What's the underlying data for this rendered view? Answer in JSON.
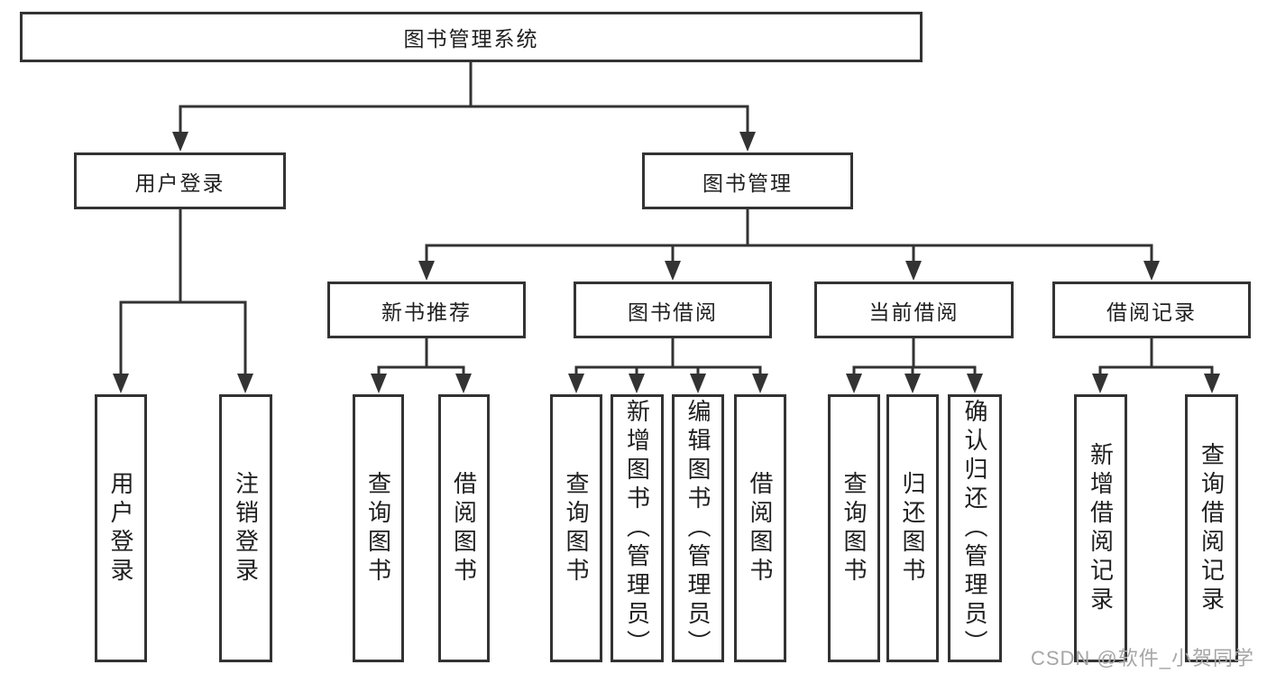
{
  "colors": {
    "line": "#333333",
    "text": "#1f1f1f",
    "box_background": "#ffffff",
    "watermark": "#a6a6a6"
  },
  "watermark": "CSDN @软件_小贺同学",
  "tree": {
    "root": {
      "label": "图书管理系统"
    },
    "login": {
      "label": "用户登录",
      "children": [
        {
          "label": "用户登录"
        },
        {
          "label": "注销登录"
        }
      ]
    },
    "management": {
      "label": "图书管理",
      "groups": [
        {
          "label": "新书推荐",
          "children": [
            {
              "label": "查询图书"
            },
            {
              "label": "借阅图书"
            }
          ]
        },
        {
          "label": "图书借阅",
          "children": [
            {
              "label": "查询图书"
            },
            {
              "label": "新增图书（管理员）"
            },
            {
              "label": "编辑图书（管理员）"
            },
            {
              "label": "借阅图书"
            }
          ]
        },
        {
          "label": "当前借阅",
          "children": [
            {
              "label": "查询图书"
            },
            {
              "label": "归还图书"
            },
            {
              "label": "确认归还（管理员）"
            }
          ]
        },
        {
          "label": "借阅记录",
          "children": [
            {
              "label": "新增借阅记录"
            },
            {
              "label": "查询借阅记录"
            }
          ]
        }
      ]
    }
  }
}
